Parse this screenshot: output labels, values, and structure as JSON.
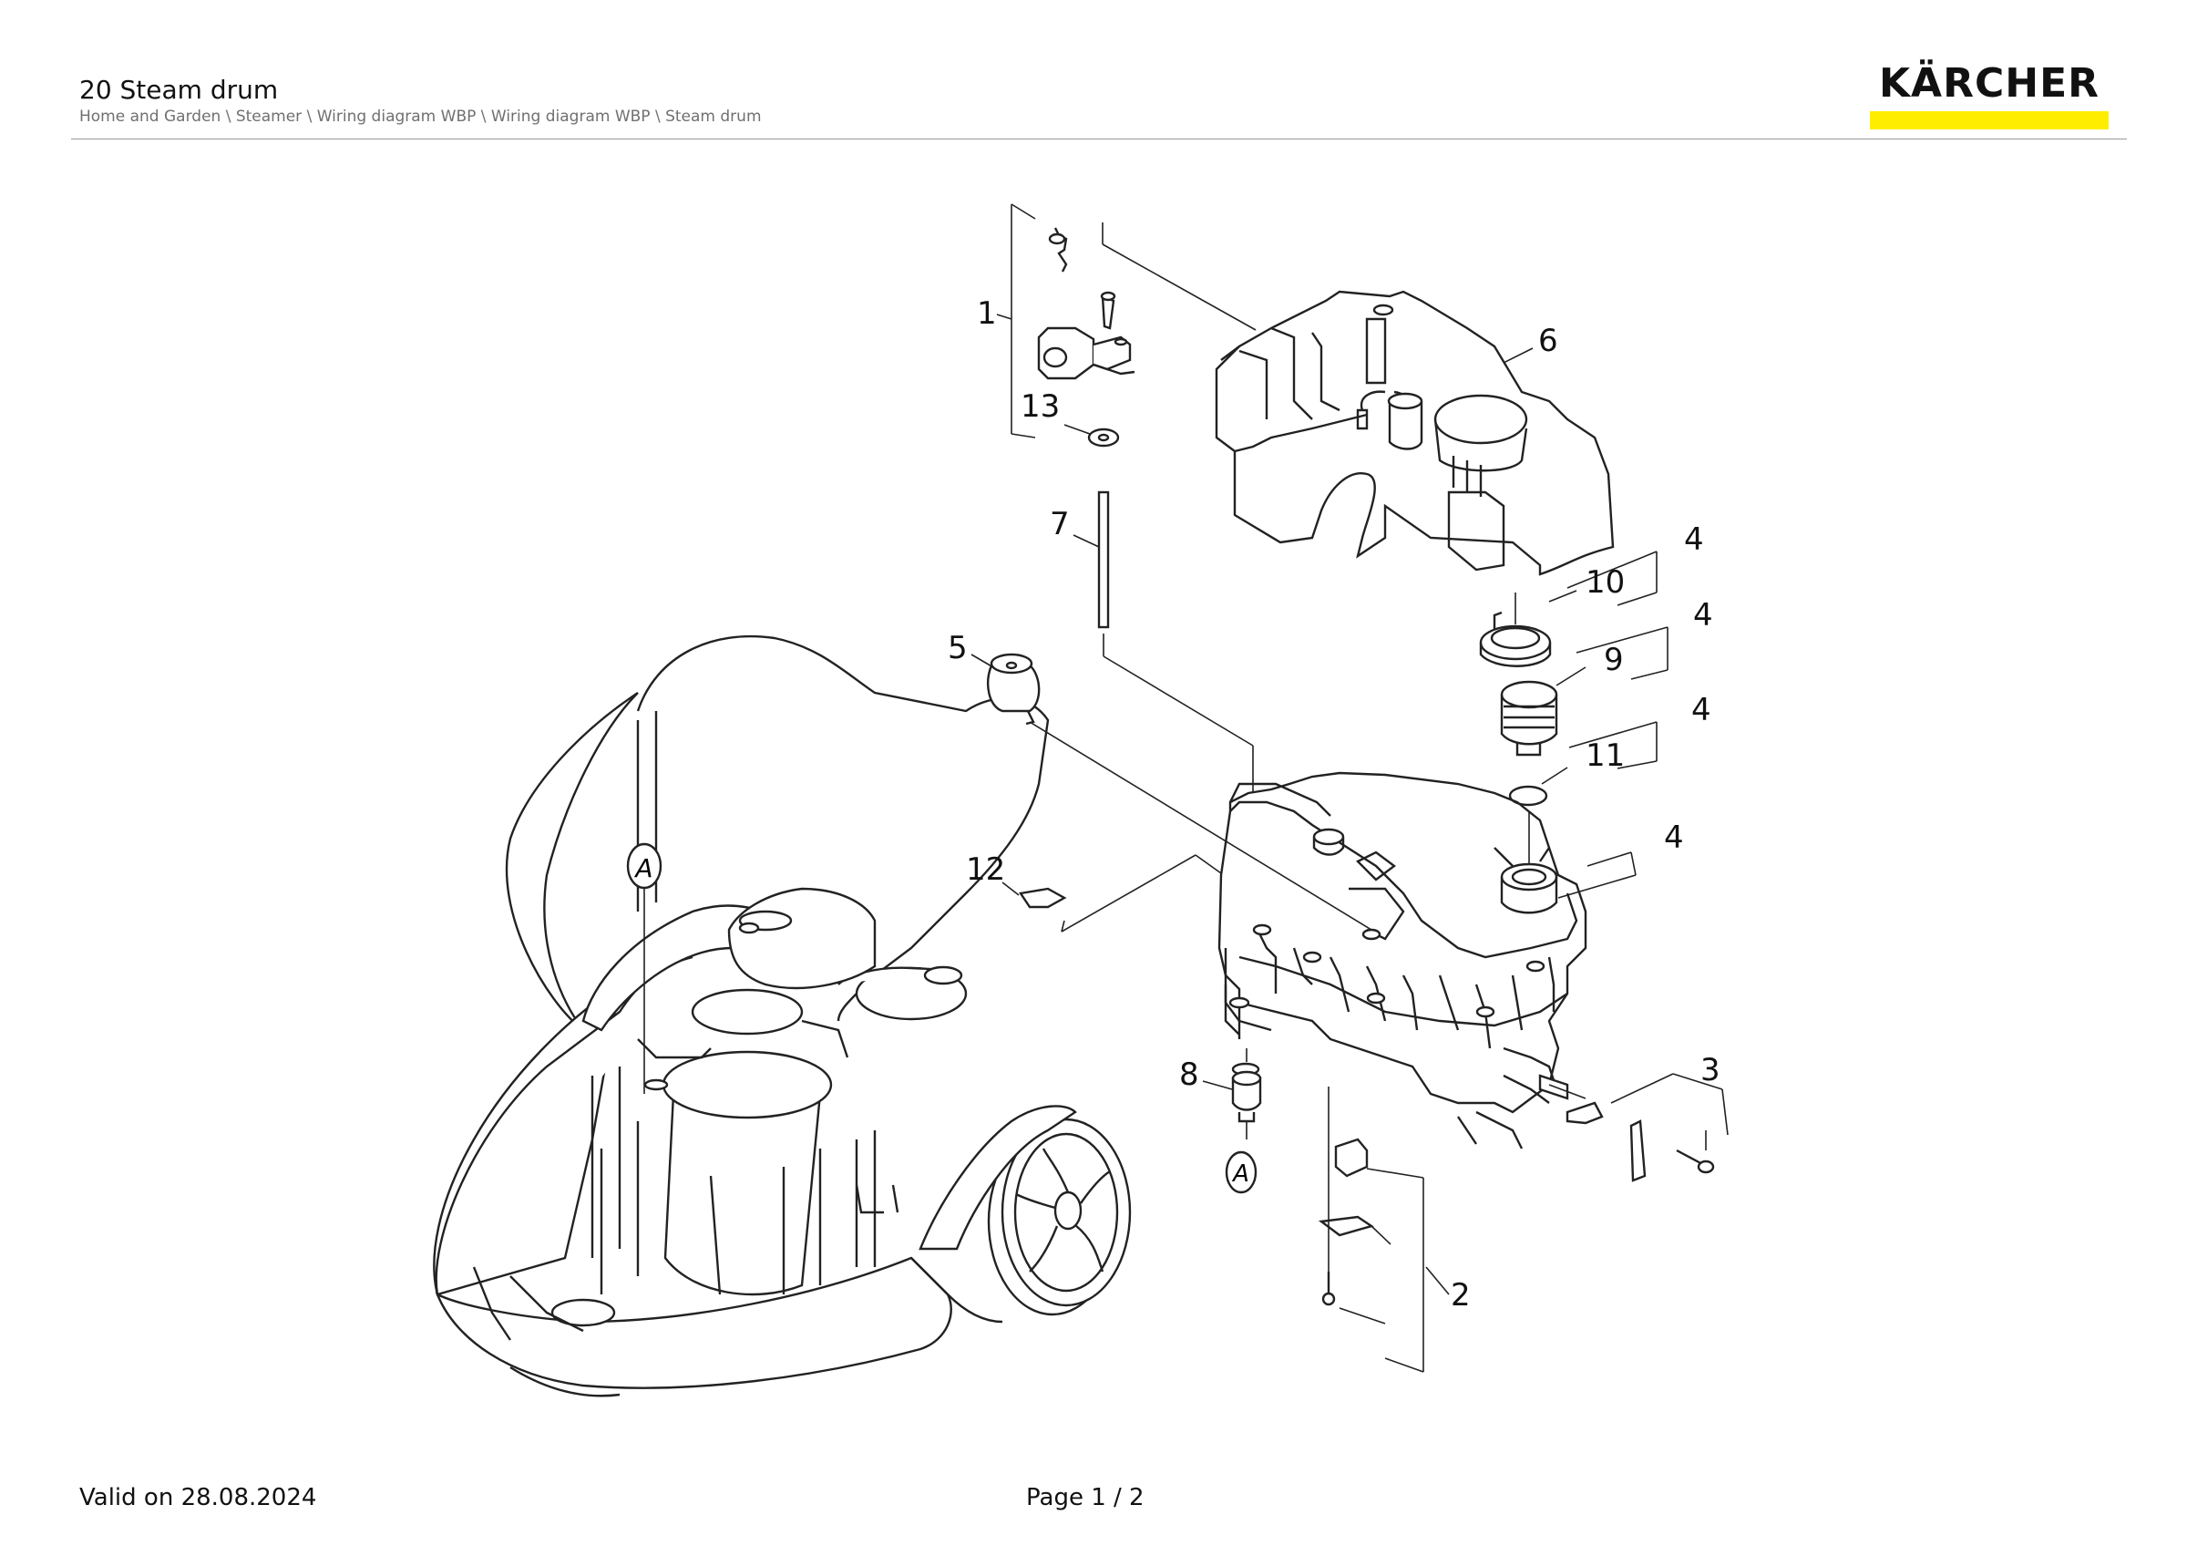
{
  "header": {
    "title": "20 Steam drum",
    "breadcrumb": "Home and Garden \\ Steamer \\ Wiring diagram WBP \\ Wiring diagram WBP \\ Steam drum",
    "brand": "KÄRCHER",
    "brand_color": "#ffed00"
  },
  "diagram": {
    "callouts": [
      "1",
      "13",
      "7",
      "5",
      "6",
      "4",
      "10",
      "4",
      "9",
      "4",
      "11",
      "4",
      "12",
      "8",
      "3",
      "2"
    ],
    "ref_marks": [
      "A",
      "A"
    ]
  },
  "footer": {
    "valid": "Valid on 28.08.2024",
    "page": "Page 1 / 2"
  }
}
